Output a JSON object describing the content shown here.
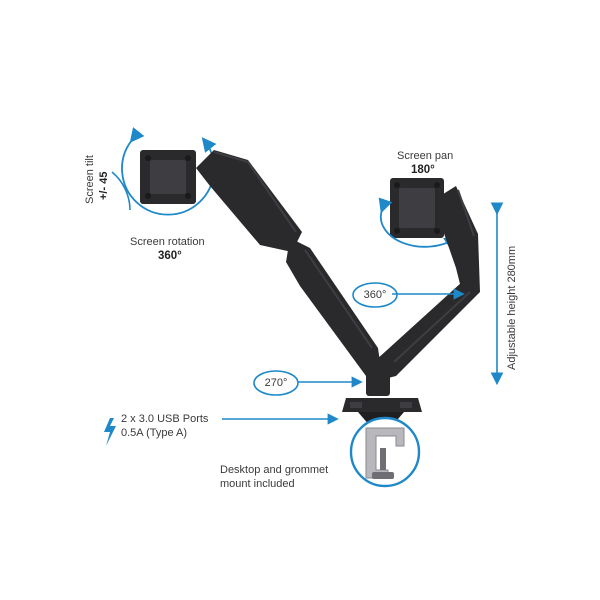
{
  "labels": {
    "screen_tilt": "Screen tilt",
    "screen_tilt_value": "+/- 45",
    "screen_rotation": "Screen rotation",
    "screen_rotation_value": "360°",
    "screen_pan": "Screen pan",
    "screen_pan_value": "180°",
    "arm_swivel": "360°",
    "base_swivel": "270°",
    "adjustable_height": "Adjustable height 280mm",
    "usb_line1": "2 x 3.0 USB Ports",
    "usb_line2": "0.5A (Type A)",
    "mount_line1": "Desktop and grommet",
    "mount_line2": "mount included"
  },
  "colors": {
    "accent": "#1e88c8",
    "arm": "#2a2a2d",
    "arm_highlight": "#3d3d42",
    "text": "#3a3a3a"
  },
  "icons": {
    "usb": "lightning-bolt"
  }
}
